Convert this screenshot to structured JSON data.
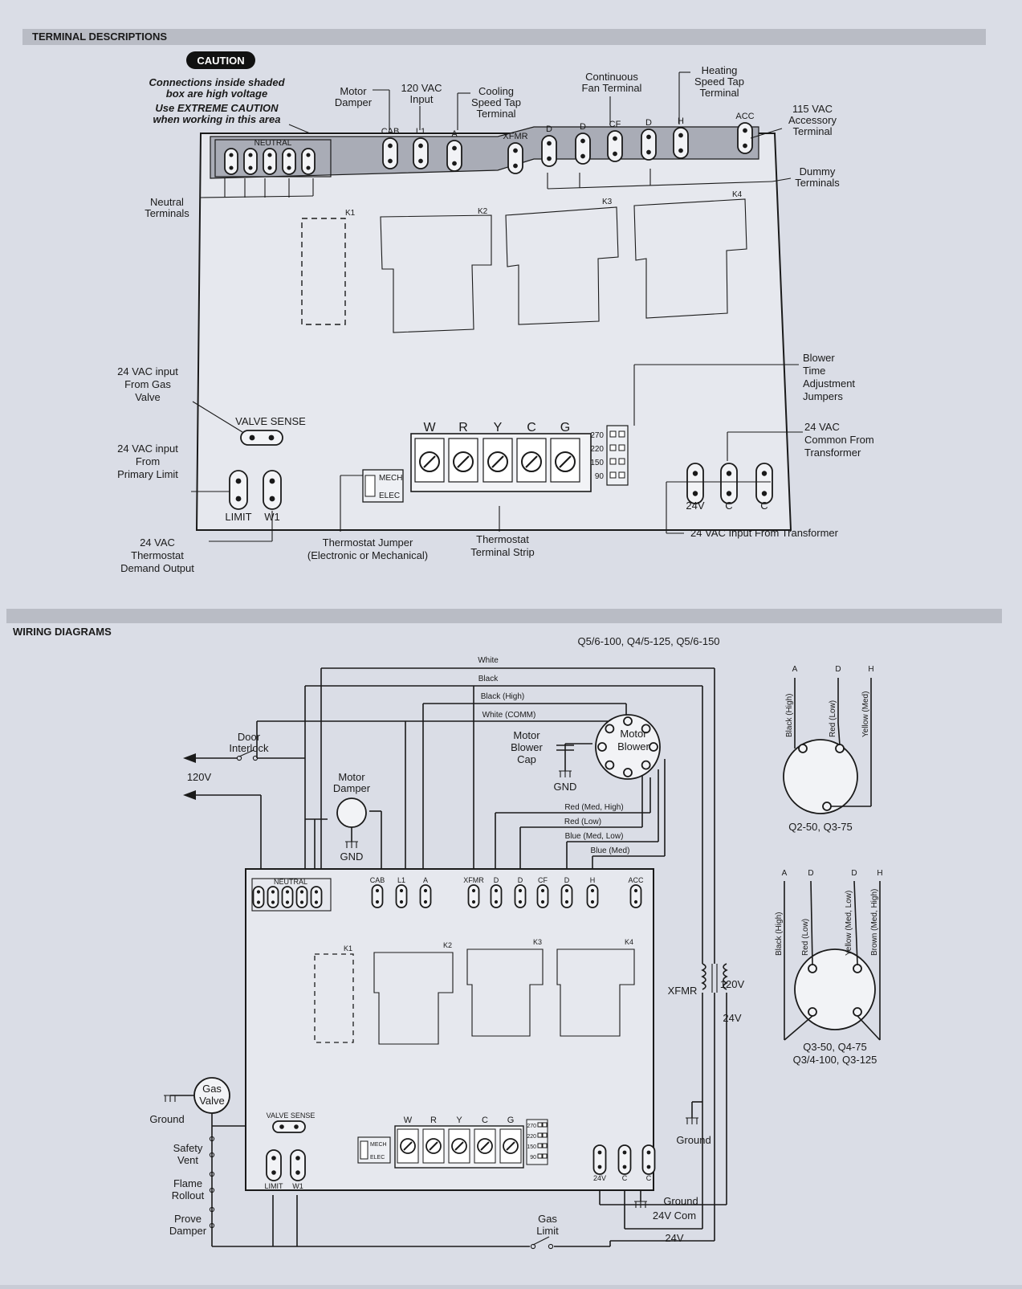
{
  "sections": {
    "terminal_descriptions": "TERMINAL DESCRIPTIONS",
    "wiring_diagrams": "WIRING DIAGRAMS"
  },
  "top": {
    "caution_badge": "CAUTION",
    "caution_line1": "Connections inside shaded",
    "caution_line2": "box are high voltage",
    "caution_line3": "Use EXTREME CAUTION",
    "caution_line4": "when working in this area",
    "motor_damper": [
      "Motor",
      "Damper"
    ],
    "vac120_input": [
      "120 VAC",
      "Input"
    ],
    "cooling_tap": [
      "Cooling",
      "Speed Tap",
      "Terminal"
    ],
    "continuous_fan": [
      "Continuous",
      "Fan Terminal"
    ],
    "heating_tap": [
      "Heating",
      "Speed Tap",
      "Terminal"
    ],
    "accessory_115": [
      "115 VAC",
      "Accessory",
      "Terminal"
    ],
    "dummy_terminals": [
      "Dummy",
      "Terminals"
    ],
    "neutral_terminals": [
      "Neutral",
      "Terminals"
    ],
    "blower_jumpers": [
      "Blower",
      "Time",
      "Adjustment",
      "Jumpers"
    ],
    "vac24_gas_valve": [
      "24 VAC input",
      "From Gas",
      "Valve"
    ],
    "vac24_primary_limit": [
      "24 VAC input",
      "From",
      "Primary Limit"
    ],
    "vac24_common": [
      "24 VAC",
      "Common From",
      "Transformer"
    ],
    "vac24_demand": [
      "24 VAC",
      "Thermostat",
      "Demand Output"
    ],
    "thermostat_jumper": [
      "Thermostat Jumper",
      "(Electronic or Mechanical)"
    ],
    "thermostat_strip": [
      "Thermostat",
      "Terminal Strip"
    ],
    "vac24_from_transformer": "24 VAC Input From Transformer"
  },
  "board": {
    "neutral": "NEUTRAL",
    "hv_terminals": [
      "CAB",
      "L1",
      "A",
      "XFMR",
      "D",
      "D",
      "CF",
      "D",
      "H",
      "ACC"
    ],
    "relays": [
      "K1",
      "K2",
      "K3",
      "K4"
    ],
    "valve_sense": "VALVE SENSE",
    "thermostat_terminals": [
      "W",
      "R",
      "Y",
      "C",
      "G"
    ],
    "jumper_options": [
      "270",
      "220",
      "150",
      "90"
    ],
    "mech": "MECH",
    "elec": "ELEC",
    "limit": "LIMIT",
    "w1": "W1",
    "low_voltage": [
      "24V",
      "C",
      "C"
    ]
  },
  "wiring": {
    "models_header": "Q5/6-100, Q4/5-125, Q5/6-150",
    "wire_labels": [
      "White",
      "Black",
      "Black (High)",
      "White (COMM)",
      "Red (Med, High)",
      "Red (Low)",
      "Blue (Med, Low)",
      "Blue (Med)"
    ],
    "door_interlock": [
      "Door",
      "Interlock"
    ],
    "v120": "120V",
    "motor_damper": [
      "Motor",
      "Damper"
    ],
    "gnd": "GND",
    "motor_blower_cap": [
      "Motor",
      "Blower",
      "Cap"
    ],
    "motor_blower": [
      "Motor",
      "Blower"
    ],
    "gas_valve": [
      "Gas",
      "Valve"
    ],
    "ground": "Ground",
    "safety_vent": [
      "Safety",
      "Vent"
    ],
    "flame_rollout": [
      "Flame",
      "Rollout"
    ],
    "prove_damper": [
      "Prove",
      "Damper"
    ],
    "gas_limit": [
      "Gas",
      "Limit"
    ],
    "com24": "24V Com",
    "v24": "24V",
    "xfmr": "XFMR",
    "xfmr_120": "120V",
    "xfmr_24": "24V"
  },
  "motor_small": {
    "terminals": [
      "A",
      "D",
      "H"
    ],
    "wires": [
      "Black (High)",
      "Red (Low)",
      "Yellow (Med)"
    ],
    "models": "Q2-50, Q3-75"
  },
  "motor_large": {
    "terminals": [
      "A",
      "D",
      "D",
      "H"
    ],
    "wires": [
      "Black (High)",
      "Red (Low)",
      "Yellow (Med, Low)",
      "Brown (Med, High)"
    ],
    "models": [
      "Q3-50, Q4-75",
      "Q3/4-100, Q3-125"
    ]
  },
  "colors": {
    "paper": "#dadde6",
    "shaded_hv": "#a9acb6",
    "ink": "#1a1a1a",
    "header_band": "#b9bcc5"
  }
}
